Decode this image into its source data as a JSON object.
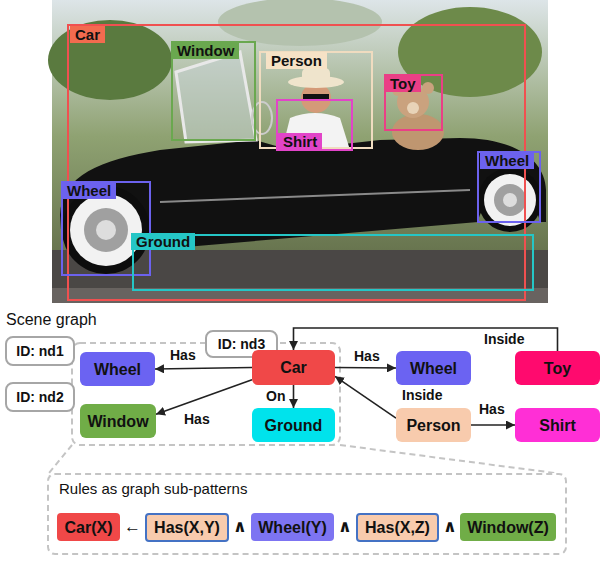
{
  "diagram": {
    "nodes": [
      {
        "text": [
          "ID: nd1"
        ]
      },
      {
        "text": [
          "Wheel"
        ]
      },
      {
        "text": [
          "ID: nd2"
        ]
      },
      {
        "text": [
          "Window"
        ]
      },
      {
        "text": [
          "ID: nd3"
        ]
      },
      {
        "text": [
          "Car"
        ]
      },
      {
        "text": [
          "Ground"
        ]
      },
      {
        "text": [
          "Wheel"
        ]
      },
      {
        "text": [
          "Toy"
        ]
      },
      {
        "text": [
          "Person"
        ]
      },
      {
        "text": [
          "Shirt"
        ]
      },
      {
        "text": [
          "Rules as graph sub-patterns"
        ]
      },
      {
        "text": [
          "Car(X)"
        ],
        "in": 11
      },
      {
        "text": [
          "Has(X,Y)"
        ],
        "in": 11
      },
      {
        "text": [
          "Wheel(Y)"
        ],
        "in": 11
      },
      {
        "text": [
          "Has(X,Z)"
        ],
        "in": 11
      },
      {
        "text": [
          "Window(Z)"
        ],
        "in": 11
      }
    ],
    "edges": [
      {
        "from": 5,
        "to": 1,
        "label": "Has",
        "arrow": "to"
      },
      {
        "from": 5,
        "to": 3,
        "label": "Has",
        "arrow": "to"
      },
      {
        "from": 5,
        "to": 6,
        "label": "On",
        "arrow": "to"
      },
      {
        "from": 5,
        "to": 7,
        "label": "Has",
        "arrow": "to"
      },
      {
        "from": 8,
        "to": 5,
        "label": "Inside",
        "arrow": "to"
      },
      {
        "from": 9,
        "to": 5,
        "label": "Inside",
        "arrow": "to"
      },
      {
        "from": 9,
        "to": 10,
        "label": "Has",
        "arrow": "to"
      }
    ],
    "labels": [
      "Car",
      "Window",
      "Person",
      "Toy",
      "Shirt",
      "Wheel",
      "Wheel",
      "Ground",
      "Scene graph",
      "←",
      "∧",
      "∧",
      "∧"
    ]
  }
}
